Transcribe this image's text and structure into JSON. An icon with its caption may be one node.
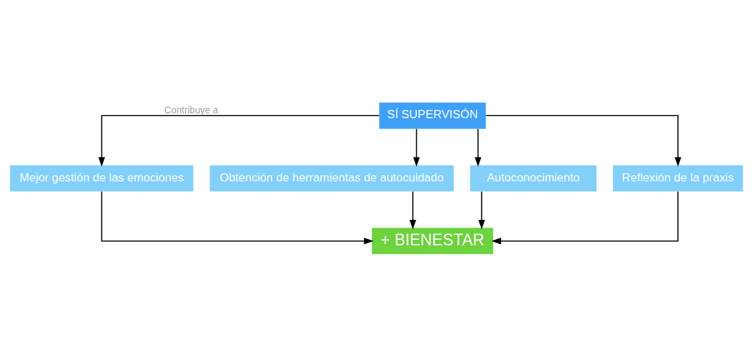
{
  "diagram": {
    "nodes": [
      {
        "text": [
          "SÍ SUPERVISÓN"
        ]
      },
      {
        "text": [
          "Mejor gestión de las emociones"
        ]
      },
      {
        "text": [
          "Obtención de herramientas de autocuidado"
        ]
      },
      {
        "text": [
          "Autoconocimiento"
        ]
      },
      {
        "text": [
          "Reflexión de la praxis"
        ]
      },
      {
        "text": [
          "+ BIENESTAR"
        ]
      }
    ],
    "edges": [
      {
        "from": 0,
        "to": 1,
        "arrow": "to",
        "label": "Contribuye a"
      },
      {
        "from": 0,
        "to": 2,
        "arrow": "to"
      },
      {
        "from": 0,
        "to": 3,
        "arrow": "to"
      },
      {
        "from": 0,
        "to": 4,
        "arrow": "to"
      },
      {
        "from": 1,
        "to": 5,
        "arrow": "to"
      },
      {
        "from": 2,
        "to": 5,
        "arrow": "to"
      },
      {
        "from": 3,
        "to": 5,
        "arrow": "to"
      },
      {
        "from": 4,
        "to": 5,
        "arrow": "to"
      }
    ]
  }
}
